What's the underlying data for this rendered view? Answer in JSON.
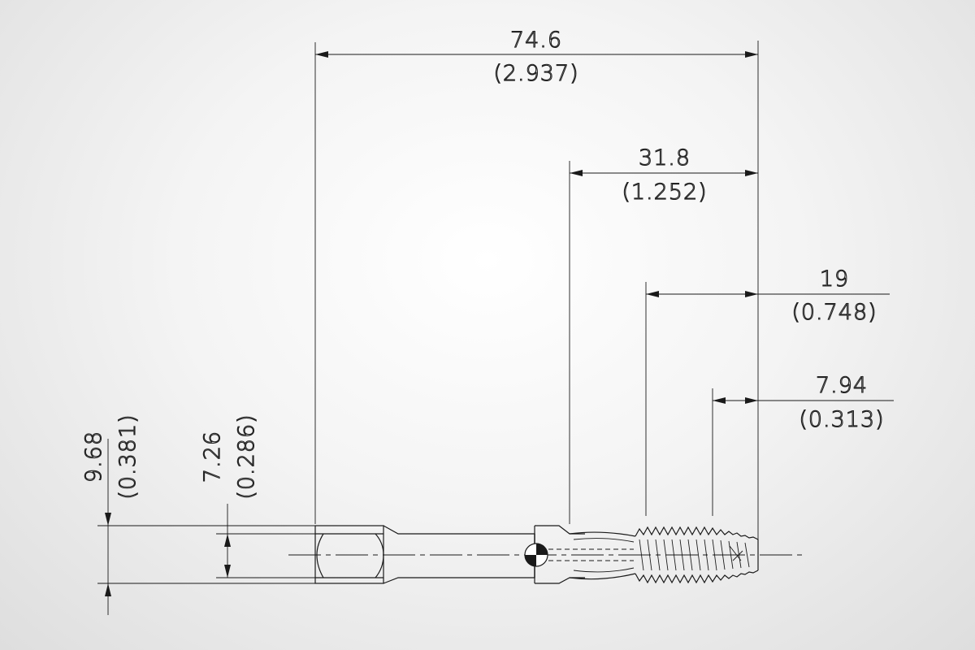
{
  "dimensions": {
    "overall_length": {
      "metric": "74.6",
      "imperial": "(2.937)"
    },
    "thread_length": {
      "metric": "31.8",
      "imperial": "(1.252)"
    },
    "flute_length": {
      "metric": "19",
      "imperial": "(0.748)"
    },
    "chamfer_length": {
      "metric": "7.94",
      "imperial": "(0.313)"
    },
    "shank_diameter": {
      "metric": "9.68",
      "imperial": "(0.381)"
    },
    "square_size": {
      "metric": "7.26",
      "imperial": "(0.286)"
    }
  }
}
